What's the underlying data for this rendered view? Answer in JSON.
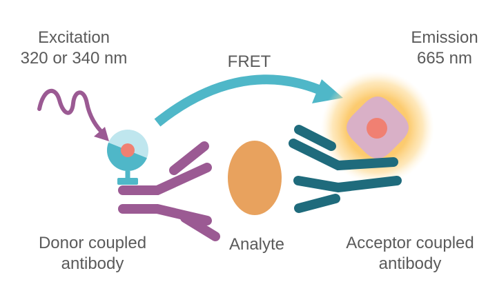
{
  "excitation": {
    "line1": "Excitation",
    "line2": "320 or 340 nm"
  },
  "emission": {
    "line1": "Emission",
    "line2": "665 nm"
  },
  "fret": {
    "label": "FRET"
  },
  "donor": {
    "line1": "Donor coupled",
    "line2": "antibody"
  },
  "analyte": {
    "label": "Analyte"
  },
  "acceptor": {
    "line1": "Acceptor coupled",
    "line2": "antibody"
  },
  "colors": {
    "donor_antibody": "#9b5a93",
    "acceptor_antibody": "#1f6b7c",
    "fret_arrow": "#4fb7c8",
    "analyte": "#e8a25e",
    "donor_fluorophore": "#4fb7c8",
    "fluorophore_core": "#f08072",
    "acceptor_glow": "#fcc868",
    "acceptor_diamond": "#d9b0c7",
    "text": "#5a5a5a"
  }
}
